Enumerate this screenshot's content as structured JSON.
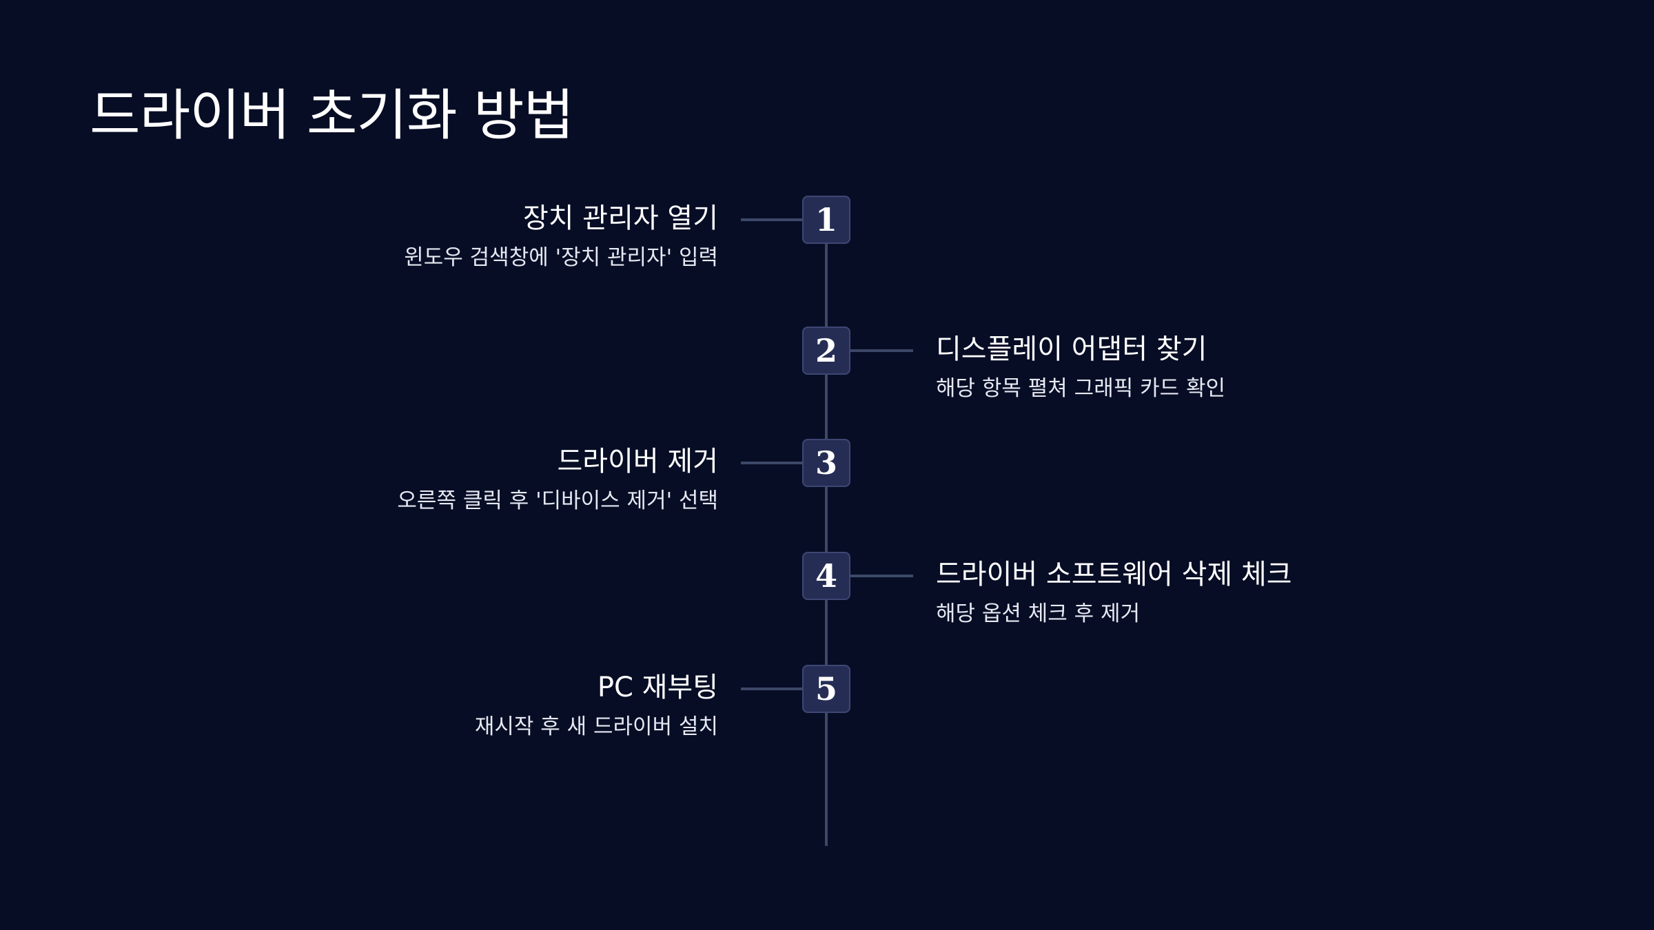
{
  "page": {
    "title": "드라이버 초기화 방법"
  },
  "steps": [
    {
      "number": "1",
      "title": "장치 관리자 열기",
      "description": "윈도우 검색창에 '장치 관리자' 입력",
      "side": "left"
    },
    {
      "number": "2",
      "title": "디스플레이 어댑터 찾기",
      "description": "해당 항목 펼쳐 그래픽 카드 확인",
      "side": "right"
    },
    {
      "number": "3",
      "title": "드라이버 제거",
      "description": "오른쪽 클릭 후 '디바이스 제거' 선택",
      "side": "left"
    },
    {
      "number": "4",
      "title": "드라이버 소프트웨어 삭제 체크",
      "description": "해당 옵션 체크 후 제거",
      "side": "right"
    },
    {
      "number": "5",
      "title": "PC 재부팅",
      "description": "재시작 후 새 드라이버 설치",
      "side": "left"
    }
  ],
  "colors": {
    "background": "#070d25",
    "line": "#3d4868",
    "box_fill": "#262d55",
    "box_border": "#3e4773",
    "text": "#ffffff"
  }
}
